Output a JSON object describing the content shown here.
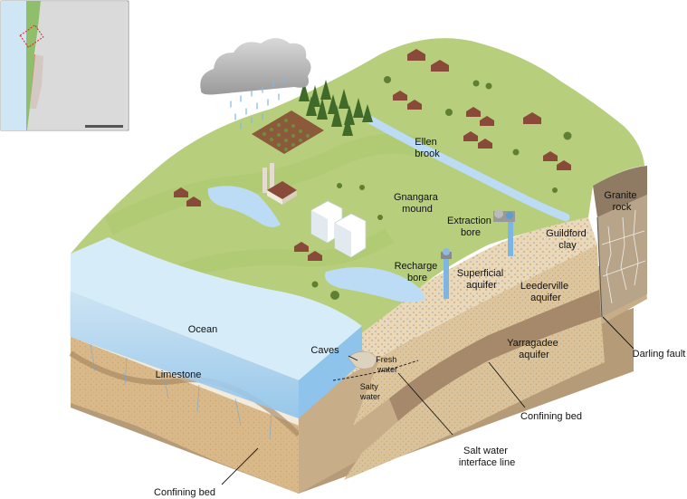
{
  "labels": {
    "ellen_brook": [
      "Ellen",
      "brook"
    ],
    "gnangara_mound": [
      "Gnangara",
      "mound"
    ],
    "extraction_bore": [
      "Extraction",
      "bore"
    ],
    "guildford_clay": [
      "Guildford",
      "clay"
    ],
    "granite_rock": [
      "Granite",
      "rock"
    ],
    "recharge_bore": [
      "Recharge",
      "bore"
    ],
    "superficial_aquifer": [
      "Superficial",
      "aquifer"
    ],
    "leederville_aquifer": [
      "Leederville",
      "aquifer"
    ],
    "ocean": "Ocean",
    "caves": "Caves",
    "fresh_water": [
      "Fresh",
      "water"
    ],
    "limestone": "Limestone",
    "salty_water": [
      "Salty",
      "water"
    ],
    "yarragadee_aquifer": [
      "Yarragadee",
      "aquifer"
    ],
    "darling_fault": "Darling fault",
    "confining_bed_right": "Confining bed",
    "salt_water_interface": [
      "Salt water",
      "interface line"
    ],
    "confining_bed_left": "Confining bed"
  },
  "colors": {
    "grass": "#b7cf7c",
    "grass_dark": "#9ebb5e",
    "water": "#bcdcf5",
    "ocean": "#a9d2f0",
    "limestone": "#f3ebdb",
    "sand": "#e9d8b8",
    "brown": "#b59b78",
    "granite": "#8f7a63"
  }
}
